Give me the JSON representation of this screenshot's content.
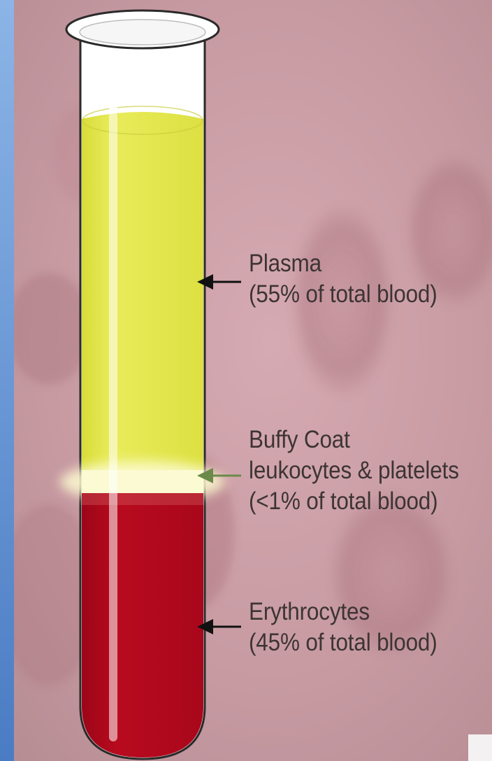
{
  "diagram": {
    "components": [
      {
        "id": "plasma",
        "lines": [
          "Plasma",
          "(55% of total blood)"
        ],
        "color": "#e2e64c"
      },
      {
        "id": "buffy",
        "lines": [
          "Buffy Coat",
          "leukocytes & platelets",
          "(<1% of total blood)"
        ],
        "color": "#fbfad2"
      },
      {
        "id": "erythrocytes",
        "lines": [
          "Erythrocytes",
          "(45% of total blood)"
        ],
        "color": "#b0081d"
      }
    ],
    "colors": {
      "background": "#c8a2a9",
      "tube_glass": "#ffffff",
      "left_edge_bar": "#5f8fcf",
      "label_text": "#3d3434",
      "arrow": "#111111",
      "buffy_arrow": "#6b8a4a"
    }
  }
}
